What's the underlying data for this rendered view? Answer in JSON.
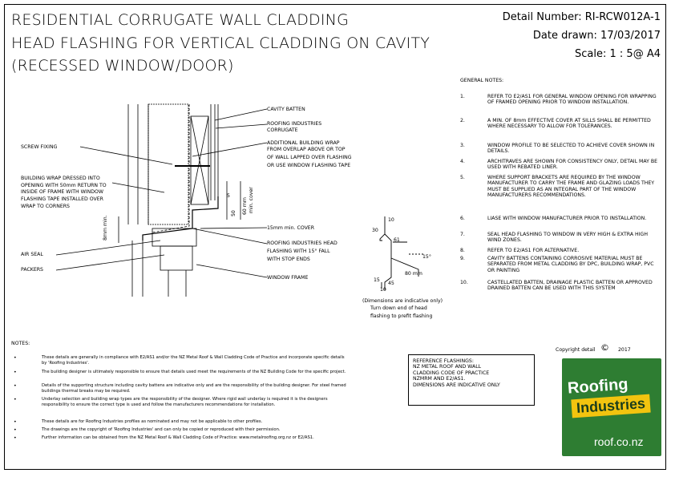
{
  "title": {
    "line1": "RESIDENTIAL CORRUGATE WALL CLADDING",
    "line2": "HEAD FLASHING FOR VERTICAL CLADDING ON CAVITY",
    "line3": "(RECESSED WINDOW/DOOR)"
  },
  "meta": {
    "detail_number": "Detail Number:  RI-RCW012A-1",
    "date_drawn": "Date drawn:  17/03/2017",
    "scale": "Scale:   1 : 5@ A4"
  },
  "drawing_labels": {
    "cavity_batten": "CAVITY BATTEN",
    "corrugate_1": "ROOFING INDUSTRIES",
    "corrugate_2": "CORRUGATE",
    "wrap_1": "ADDITIONAL BUILDING WRAP",
    "wrap_2": "FROM OVERLAP ABOVE OR TOP",
    "wrap_3": "OF WALL LAPPED OVER FLASHING",
    "wrap_4": "OR USE WINDOW FLASHING TAPE",
    "screw_fixing": "SCREW FIXING",
    "bw_1": "BUILDING WRAP DRESSED INTO",
    "bw_2": "OPENING WITH 50mm RETURN TO",
    "bw_3": "INSIDE OF FRAME WITH WINDOW",
    "bw_4": "FLASHING TAPE INSTALLED OVER",
    "bw_5": "WRAP TO CORNERS",
    "cover_15": "15mm min. COVER",
    "head_1": "ROOFING INDUSTRIES HEAD",
    "head_2": "FLASHING WITH 15° FALL",
    "head_3": "WITH STOP ENDS",
    "air_seal": "AIR SEAL",
    "packers": "PACKERS",
    "window_frame": "WINDOW FRAME",
    "dim_8mm": "8mm min.",
    "dim_60": "60 mm",
    "dim_min_cover": "min. cover",
    "dim_50": "50",
    "dim_5": "5"
  },
  "profile_labels": {
    "d10_top": "10",
    "d30": "30",
    "d61": "61",
    "d15deg": "15°",
    "d80": "80 mm",
    "d15": "15",
    "d45": "45",
    "d10_bot": "10",
    "caption1": "(Dimensions are indicative only)",
    "caption2": "Turn down end of head",
    "caption3": "flashing to prefit flashing"
  },
  "general_notes": {
    "heading": "GENERAL NOTES:",
    "items": [
      {
        "num": "1.",
        "text": "REFER TO E2/AS1 FOR GENERAL WINDOW OPENING FOR WRAPPING OF FRAMED OPENING PRIOR TO WINDOW INSTALLATION."
      },
      {
        "num": "2.",
        "text": "A MIN. OF 8mm EFFECTIVE COVER AT SILLS SHALL BE PERMITTED WHERE NECESSARY TO ALLOW FOR TOLERANCES."
      },
      {
        "num": "3.",
        "text": "WINDOW PROFILE TO BE SELECTED TO ACHIEVE COVER SHOWN IN DETAILS."
      },
      {
        "num": "4.",
        "text": "ARCHITRAVES ARE SHOWN FOR CONSISTENCY ONLY, DETAIL MAY BE USED WITH REBATED LINER."
      },
      {
        "num": "5.",
        "text": "WHERE SUPPORT BRACKETS ARE REQUIRED BY THE WINDOW MANUFACTURER TO CARRY THE FRAME AND GLAZING LOADS THEY MUST BE SUPPLIED AS AN INTEGRAL PART OF THE WINDOW MANUFACTURERS RECOMMENDATIONS."
      },
      {
        "num": "6.",
        "text": "LIASE WITH WINDOW MANUFACTURER PRIOR TO INSTALLATION."
      },
      {
        "num": "7.",
        "text": "SEAL HEAD FLASHING TO WINDOW IN VERY HIGH & EXTRA HIGH WIND ZONES."
      },
      {
        "num": "8.",
        "text": "REFER TO E2/AS1 FOR ALTERNATIVE."
      },
      {
        "num": "9.",
        "text": "CAVITY BATTENS CONTAINING CORROSIVE MATERIAL MUST BE SEPARATED FROM METAL CLADDING BY DPC, BUILDING WRAP, PVC OR PAINTING"
      },
      {
        "num": "10.",
        "text": "CASTELLATED BATTEN, DRAINAGE PLASTIC BATTEN OR APPROVED DRAINED BATTEN CAN BE USED WITH THIS SYSTEM"
      }
    ]
  },
  "notes": {
    "heading": "NOTES:",
    "items": [
      "These details are generally in compliance with E2/AS1 and/or the NZ Metal Roof & Wall Cladding Code of Practice and incorporate specific details by 'Roofing Industries'.",
      "The building designer is ultimately responsible to ensure that details used meet the requirements of the NZ Building Code for the specific project.",
      "Details of the supporting structure including cavity battens are indicative only and are the responsibility of the building designer. For steel framed buildings thermal breaks may be required.",
      "Underlay selection and building wrap types are the responsibility of the designer. Where rigid wall underlay is required it is the designers responsibility to ensure the correct type is used and follow the manufacturers recommendations for installation.",
      "These details are for Roofing Industries profiles as nominated and may not be applicable to other profiles.",
      "The drawings are the copyright of 'Roofing Industries' and can only be copied or reproduced with their permission.",
      "Further information can be obtained from the NZ Metal Roof & Wall Cladding Code of Practice: www.metalroofing.org.nz or E2/AS1."
    ]
  },
  "copyright": "Copyright detail",
  "copyright_symbol": "©",
  "copyright_year": "2017",
  "reference": {
    "line1": "REFERENCE FLASHINGS:",
    "line2": "NZ METAL ROOF AND WALL",
    "line3": "CLADDING CODE OF PRACTICE",
    "line4": "NZMRM AND E2/AS1.",
    "line5": "DIMENSIONS ARE INDICATIVE ONLY"
  },
  "logo": {
    "line1": "Roofing",
    "line2": "Industries",
    "line3": "roof.co.nz",
    "green": "#2e7d32",
    "yellow": "#f2c40f"
  }
}
